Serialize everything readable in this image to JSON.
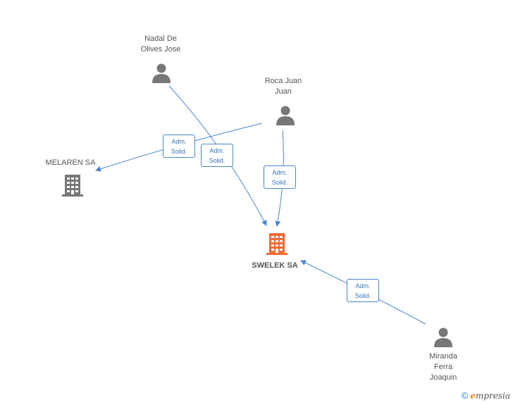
{
  "nodes": {
    "nadal": {
      "name": "Nadal De\nOlives Jose",
      "icon": "person-icon"
    },
    "roca": {
      "name": "Roca Juan\nJuan",
      "icon": "person-icon"
    },
    "melaren": {
      "name": "MELAREN SA",
      "icon": "building-icon"
    },
    "swelek": {
      "name": "SWELEK SA",
      "icon": "building-icon"
    },
    "miranda": {
      "name": "Miranda\nFerra\nJoaquin",
      "icon": "person-icon"
    }
  },
  "relations": [
    {
      "from": "roca",
      "to": "melaren",
      "label": "Adm.\nSolid."
    },
    {
      "from": "nadal",
      "to": "swelek",
      "label": "Adm.\nSolid."
    },
    {
      "from": "roca",
      "to": "swelek",
      "label": "Adm.\nSolid."
    },
    {
      "from": "miranda",
      "to": "swelek",
      "label": "Adm.\nSolid."
    }
  ],
  "colors": {
    "edge": "#4a86c8",
    "person": "#777777",
    "building": "#777777",
    "focus_building": "#f26b36"
  },
  "brand": {
    "copyright": "©",
    "logo_initial": "e",
    "logo_rest": "mpresia"
  }
}
